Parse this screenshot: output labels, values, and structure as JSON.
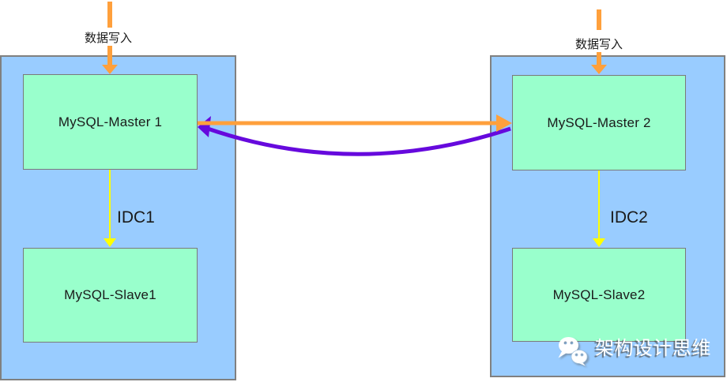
{
  "zones": {
    "idc1": {
      "write_label": "数据写入",
      "master": "MySQL-Master 1",
      "slave": "MySQL-Slave1",
      "idc_label": "IDC1"
    },
    "idc2": {
      "write_label": "数据写入",
      "master": "MySQL-Master 2",
      "slave": "MySQL-Slave2",
      "idc_label": "IDC2"
    }
  },
  "arrows": {
    "write_idc1": "data write into master 1",
    "write_idc2": "data write into master 2",
    "master1_to_master2": "orange replication arrow",
    "master2_to_master1": "purple replication arrow",
    "master1_to_slave1": "yellow idc1 replication arrow",
    "master2_to_slave2": "yellow idc2 replication arrow"
  },
  "watermark": {
    "icon": "wechat-icon",
    "text": "架构设计思维"
  },
  "colors": {
    "zone_fill": "#99CCFF",
    "node_fill": "#99FFCC",
    "border": "#808080",
    "write_arrow": "#FFA03C",
    "m1_to_m2_arrow": "#FFA03C",
    "m2_to_m1_arrow": "#6609DD",
    "idc_arrow": "#FFFF00",
    "text": "#1a1a1a",
    "watermark_text": "#FFFFFF"
  }
}
